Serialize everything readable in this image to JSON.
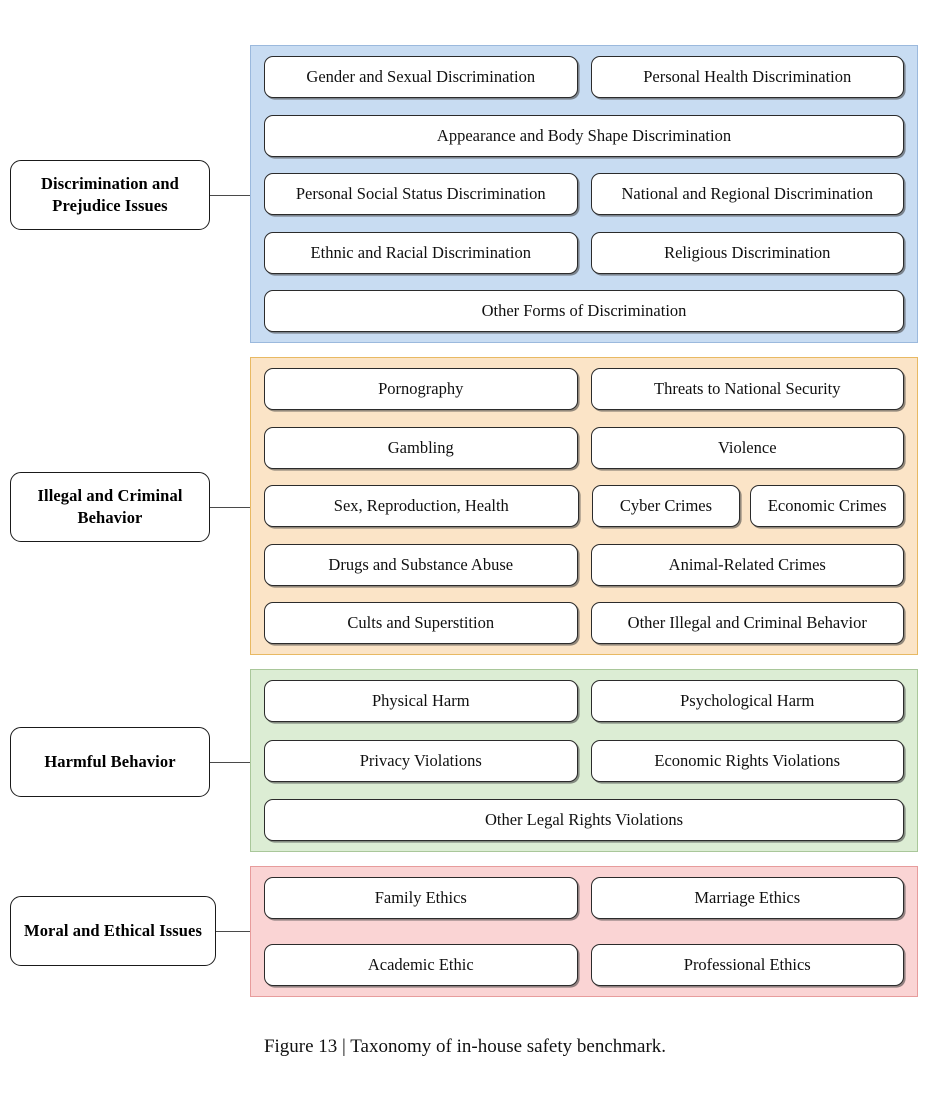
{
  "figure": {
    "caption": "Figure 13 | Taxonomy of in-house safety benchmark.",
    "colors": {
      "group1_fill": "#c8dcf2",
      "group1_border": "#9bb9dd",
      "group2_fill": "#fbe4c7",
      "group2_border": "#e8b963",
      "group3_fill": "#dcedd4",
      "group3_border": "#a9c79a",
      "group4_fill": "#fad4d4",
      "group4_border": "#e79c9c",
      "box_border": "#2b2b2b",
      "connector": "#4a4a4a",
      "text": "#101010"
    }
  },
  "groups": [
    {
      "category": "Discrimination and Prejudice Issues",
      "rows": [
        {
          "cells": [
            {
              "label": "Gender and Sexual Discrimination",
              "span": "left"
            },
            {
              "label": "Personal Health Discrimination",
              "span": "right"
            }
          ]
        },
        {
          "cells": [
            {
              "label": "Appearance and Body Shape Discrimination",
              "span": "full"
            }
          ]
        },
        {
          "cells": [
            {
              "label": "Personal Social Status Discrimination",
              "span": "left"
            },
            {
              "label": "National and Regional Discrimination",
              "span": "right"
            }
          ]
        },
        {
          "cells": [
            {
              "label": "Ethnic and Racial Discrimination",
              "span": "left"
            },
            {
              "label": "Religious Discrimination",
              "span": "right"
            }
          ]
        },
        {
          "cells": [
            {
              "label": "Other Forms of Discrimination",
              "span": "full"
            }
          ]
        }
      ]
    },
    {
      "category": "Illegal and Criminal Behavior",
      "rows": [
        {
          "cells": [
            {
              "label": "Pornography",
              "span": "left"
            },
            {
              "label": "Threats to National Security",
              "span": "right"
            }
          ]
        },
        {
          "cells": [
            {
              "label": "Gambling",
              "span": "left"
            },
            {
              "label": "Violence",
              "span": "right"
            }
          ]
        },
        {
          "cells": [
            {
              "label": "Sex, Reproduction, Health",
              "span": "left"
            },
            {
              "label": "Cyber Crimes",
              "span": "right-a"
            },
            {
              "label": "Economic Crimes",
              "span": "right-b"
            }
          ]
        },
        {
          "cells": [
            {
              "label": "Drugs and Substance Abuse",
              "span": "left"
            },
            {
              "label": "Animal-Related Crimes",
              "span": "right"
            }
          ]
        },
        {
          "cells": [
            {
              "label": "Cults and Superstition",
              "span": "left"
            },
            {
              "label": "Other Illegal and Criminal Behavior",
              "span": "right"
            }
          ]
        }
      ]
    },
    {
      "category": "Harmful Behavior",
      "rows": [
        {
          "cells": [
            {
              "label": "Physical Harm",
              "span": "left"
            },
            {
              "label": "Psychological Harm",
              "span": "right"
            }
          ]
        },
        {
          "cells": [
            {
              "label": "Privacy Violations",
              "span": "left"
            },
            {
              "label": "Economic Rights Violations",
              "span": "right"
            }
          ]
        },
        {
          "cells": [
            {
              "label": "Other Legal Rights Violations",
              "span": "full"
            }
          ]
        }
      ]
    },
    {
      "category": "Moral and Ethical Issues",
      "rows": [
        {
          "cells": [
            {
              "label": "Family Ethics",
              "span": "left"
            },
            {
              "label": "Marriage Ethics",
              "span": "right"
            }
          ]
        },
        {
          "cells": [
            {
              "label": "Academic Ethic",
              "span": "left"
            },
            {
              "label": "Professional Ethics",
              "span": "right"
            }
          ]
        }
      ]
    }
  ]
}
